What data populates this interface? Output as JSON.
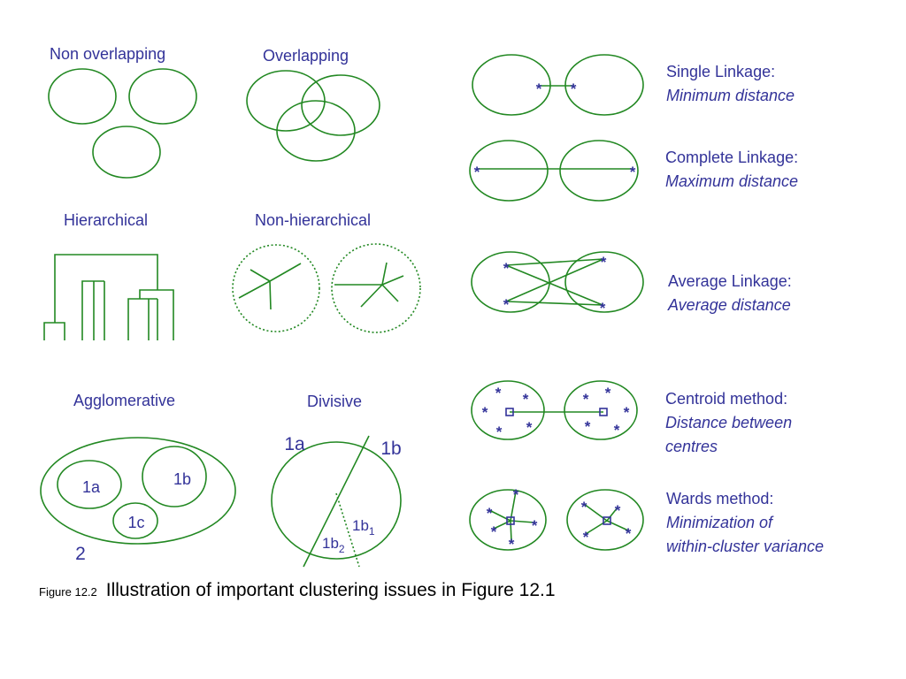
{
  "diagrams": {
    "non_overlapping": "Non overlapping",
    "overlapping": "Overlapping",
    "hierarchical": "Hierarchical",
    "non_hierarchical": "Non-hierarchical",
    "agglomerative": "Agglomerative",
    "divisive": "Divisive"
  },
  "agglomerative_labels": {
    "c1a": "1a",
    "c1b": "1b",
    "c1c": "1c",
    "c2": "2"
  },
  "divisive_labels": {
    "d1a": "1a",
    "d1b": "1b",
    "d1b1_base": "1b",
    "d1b1_sub": "1",
    "d1b2_base": "1b",
    "d1b2_sub": "2"
  },
  "linkage_methods": [
    {
      "name": "Single Linkage:",
      "description": [
        "Minimum distance"
      ]
    },
    {
      "name": "Complete Linkage:",
      "description": [
        "Maximum distance"
      ]
    },
    {
      "name": "Average Linkage:",
      "description": [
        "Average distance"
      ]
    },
    {
      "name": "Centroid method:",
      "description": [
        "Distance between",
        "centres"
      ]
    },
    {
      "name": "Wards method:",
      "description": [
        "Minimization of",
        "within-cluster variance"
      ]
    }
  ],
  "caption": {
    "figure_label": "Figure 12.2",
    "text": "Illustration of important clustering issues in Figure 12.1"
  },
  "colors": {
    "text": "#333399",
    "lines": "#228822",
    "marks": "#333399"
  }
}
